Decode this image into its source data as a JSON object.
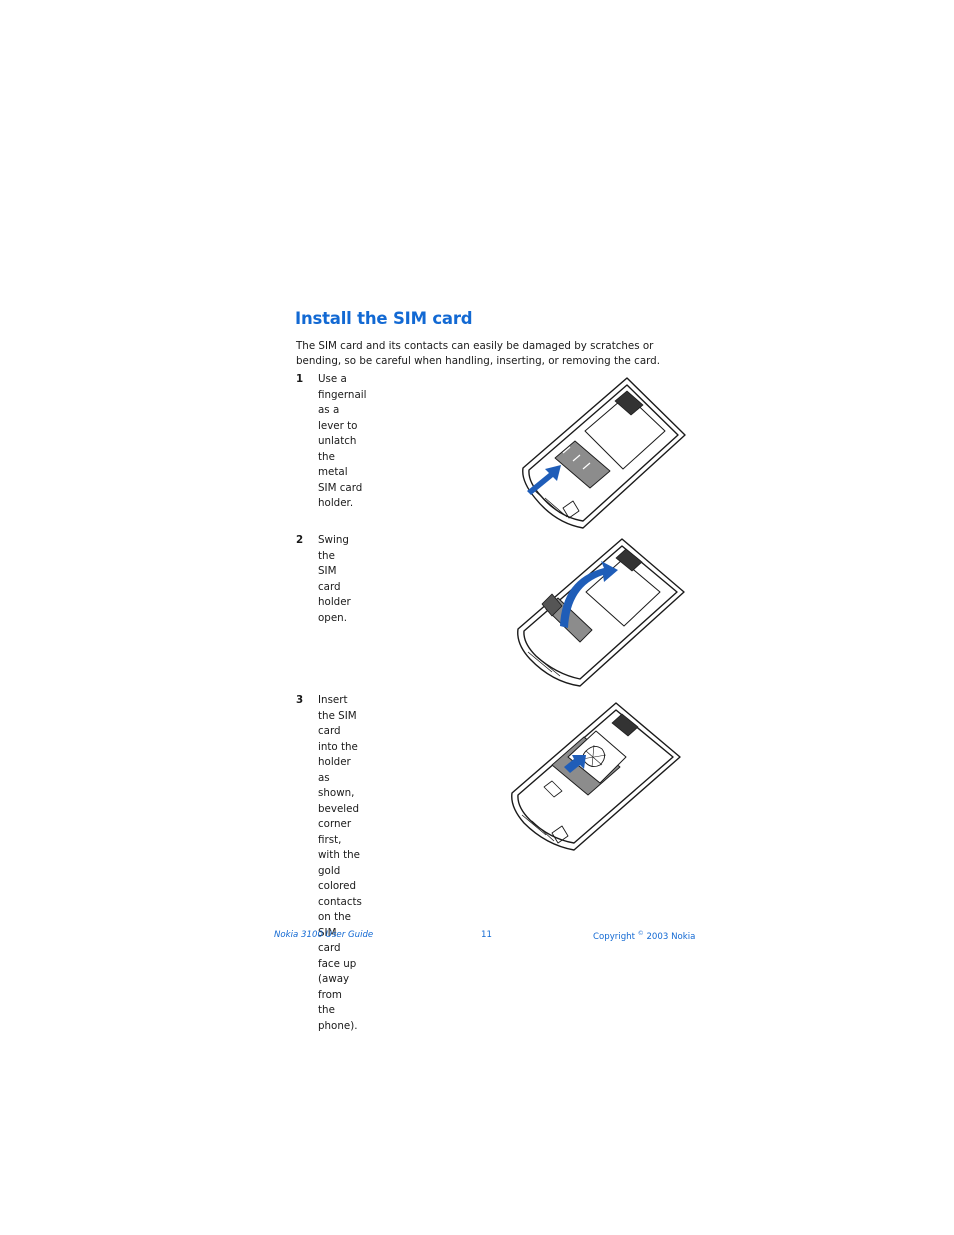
{
  "title": "Install the SIM card",
  "intro": "The SIM card and its contacts can easily be damaged by scratches or bending, so be careful when handling, inserting, or removing the card.",
  "steps": [
    {
      "number": "1",
      "text": "Use a fingernail as a lever to unlatch\nthe metal SIM card holder."
    },
    {
      "number": "2",
      "text": "Swing the SIM card holder open."
    },
    {
      "number": "3",
      "text": "Insert the SIM card into the\nholder as shown, beveled corner\nfirst, with the gold colored\ncontacts on the SIM card face up\n(away from the phone)."
    }
  ],
  "footer": {
    "left": "Nokia 3100 User Guide",
    "page_number": "11",
    "copyright_prefix": "Copyright ",
    "copyright_symbol": "©",
    "copyright_suffix": " 2003 Nokia"
  },
  "colors": {
    "accent": "#1269d3",
    "arrow": "#1f5db8",
    "holder": "#8c8c8c"
  }
}
